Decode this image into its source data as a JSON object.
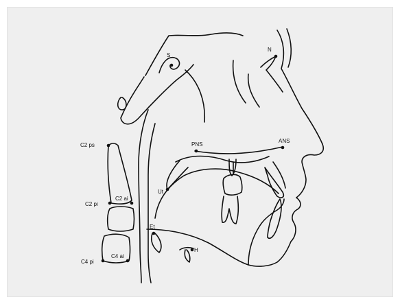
{
  "colors": {
    "background": "#efefef",
    "ink": "#111111"
  },
  "landmarks": [
    {
      "id": "s",
      "label": "S"
    },
    {
      "id": "n",
      "label": "N"
    },
    {
      "id": "pns",
      "label": "PNS"
    },
    {
      "id": "ans",
      "label": "ANS"
    },
    {
      "id": "c2ps",
      "label": "C2 ps"
    },
    {
      "id": "ut",
      "label": "Ut"
    },
    {
      "id": "c2pi",
      "label": "C2 pi"
    },
    {
      "id": "c2ai",
      "label": "C2 ai"
    },
    {
      "id": "et",
      "label": "Et"
    },
    {
      "id": "h",
      "label": "H"
    },
    {
      "id": "c4pi",
      "label": "C4 pi"
    },
    {
      "id": "c4ai",
      "label": "C4 ai"
    }
  ]
}
